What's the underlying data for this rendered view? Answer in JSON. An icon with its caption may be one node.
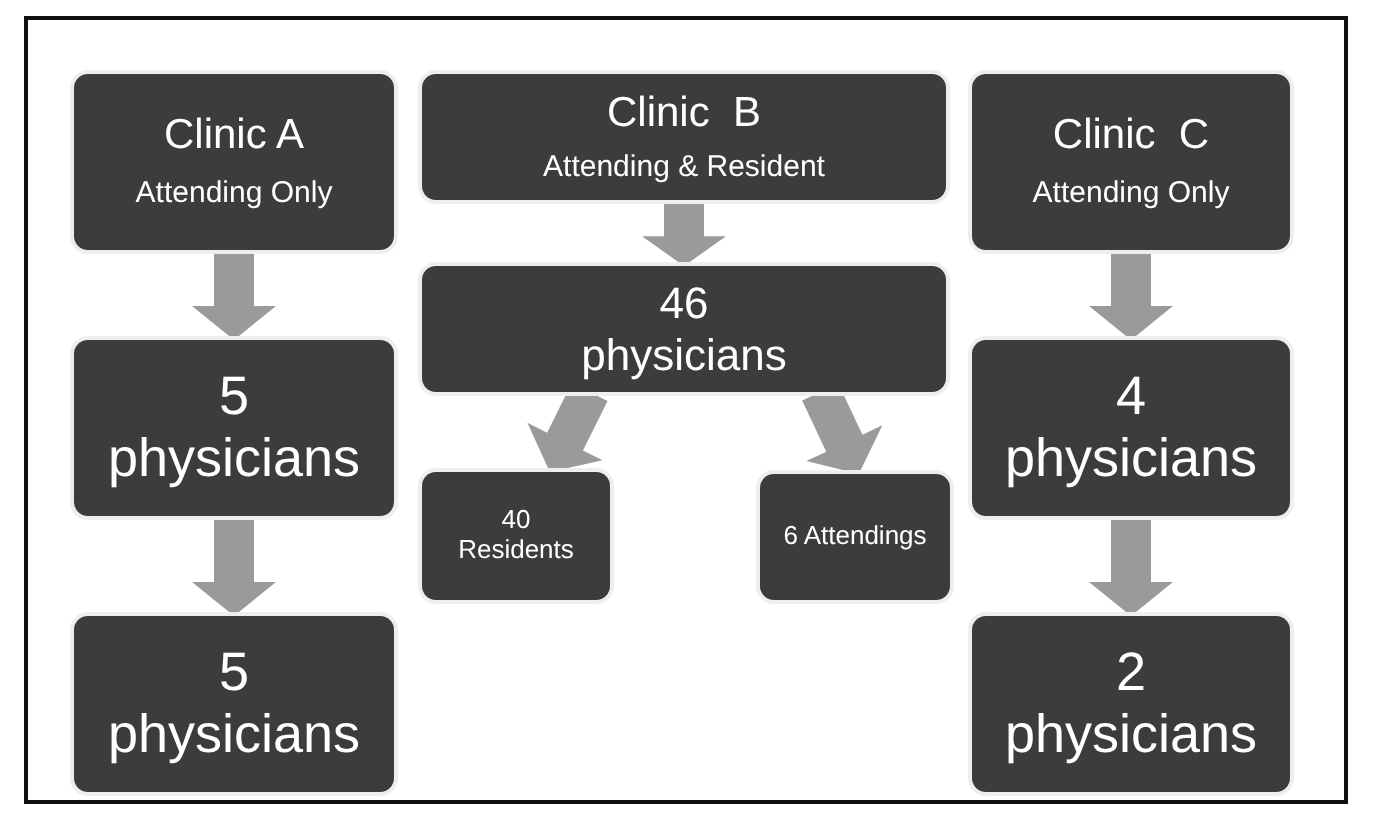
{
  "diagram": {
    "nodes": [
      {
        "text": [
          "Clinic A",
          "Attending Only"
        ]
      },
      {
        "text": [
          "Clinic  B",
          "Attending & Resident"
        ]
      },
      {
        "text": [
          "Clinic  C",
          "Attending Only"
        ]
      },
      {
        "text": [
          "5 physicians"
        ]
      },
      {
        "text": [
          "46 physicians"
        ]
      },
      {
        "text": [
          "4 physicians"
        ]
      },
      {
        "text": [
          "40 Residents"
        ]
      },
      {
        "text": [
          "6 Attendings"
        ]
      },
      {
        "text": [
          "5 physicians"
        ]
      },
      {
        "text": [
          "2 physicians"
        ]
      }
    ],
    "edges": [
      {
        "from": 0,
        "to": 3,
        "arrow": "to"
      },
      {
        "from": 3,
        "to": 8,
        "arrow": "to"
      },
      {
        "from": 1,
        "to": 4,
        "arrow": "to"
      },
      {
        "from": 4,
        "to": 6,
        "arrow": "to"
      },
      {
        "from": 4,
        "to": 7,
        "arrow": "to"
      },
      {
        "from": 2,
        "to": 5,
        "arrow": "to"
      },
      {
        "from": 5,
        "to": 9,
        "arrow": "to"
      }
    ]
  }
}
